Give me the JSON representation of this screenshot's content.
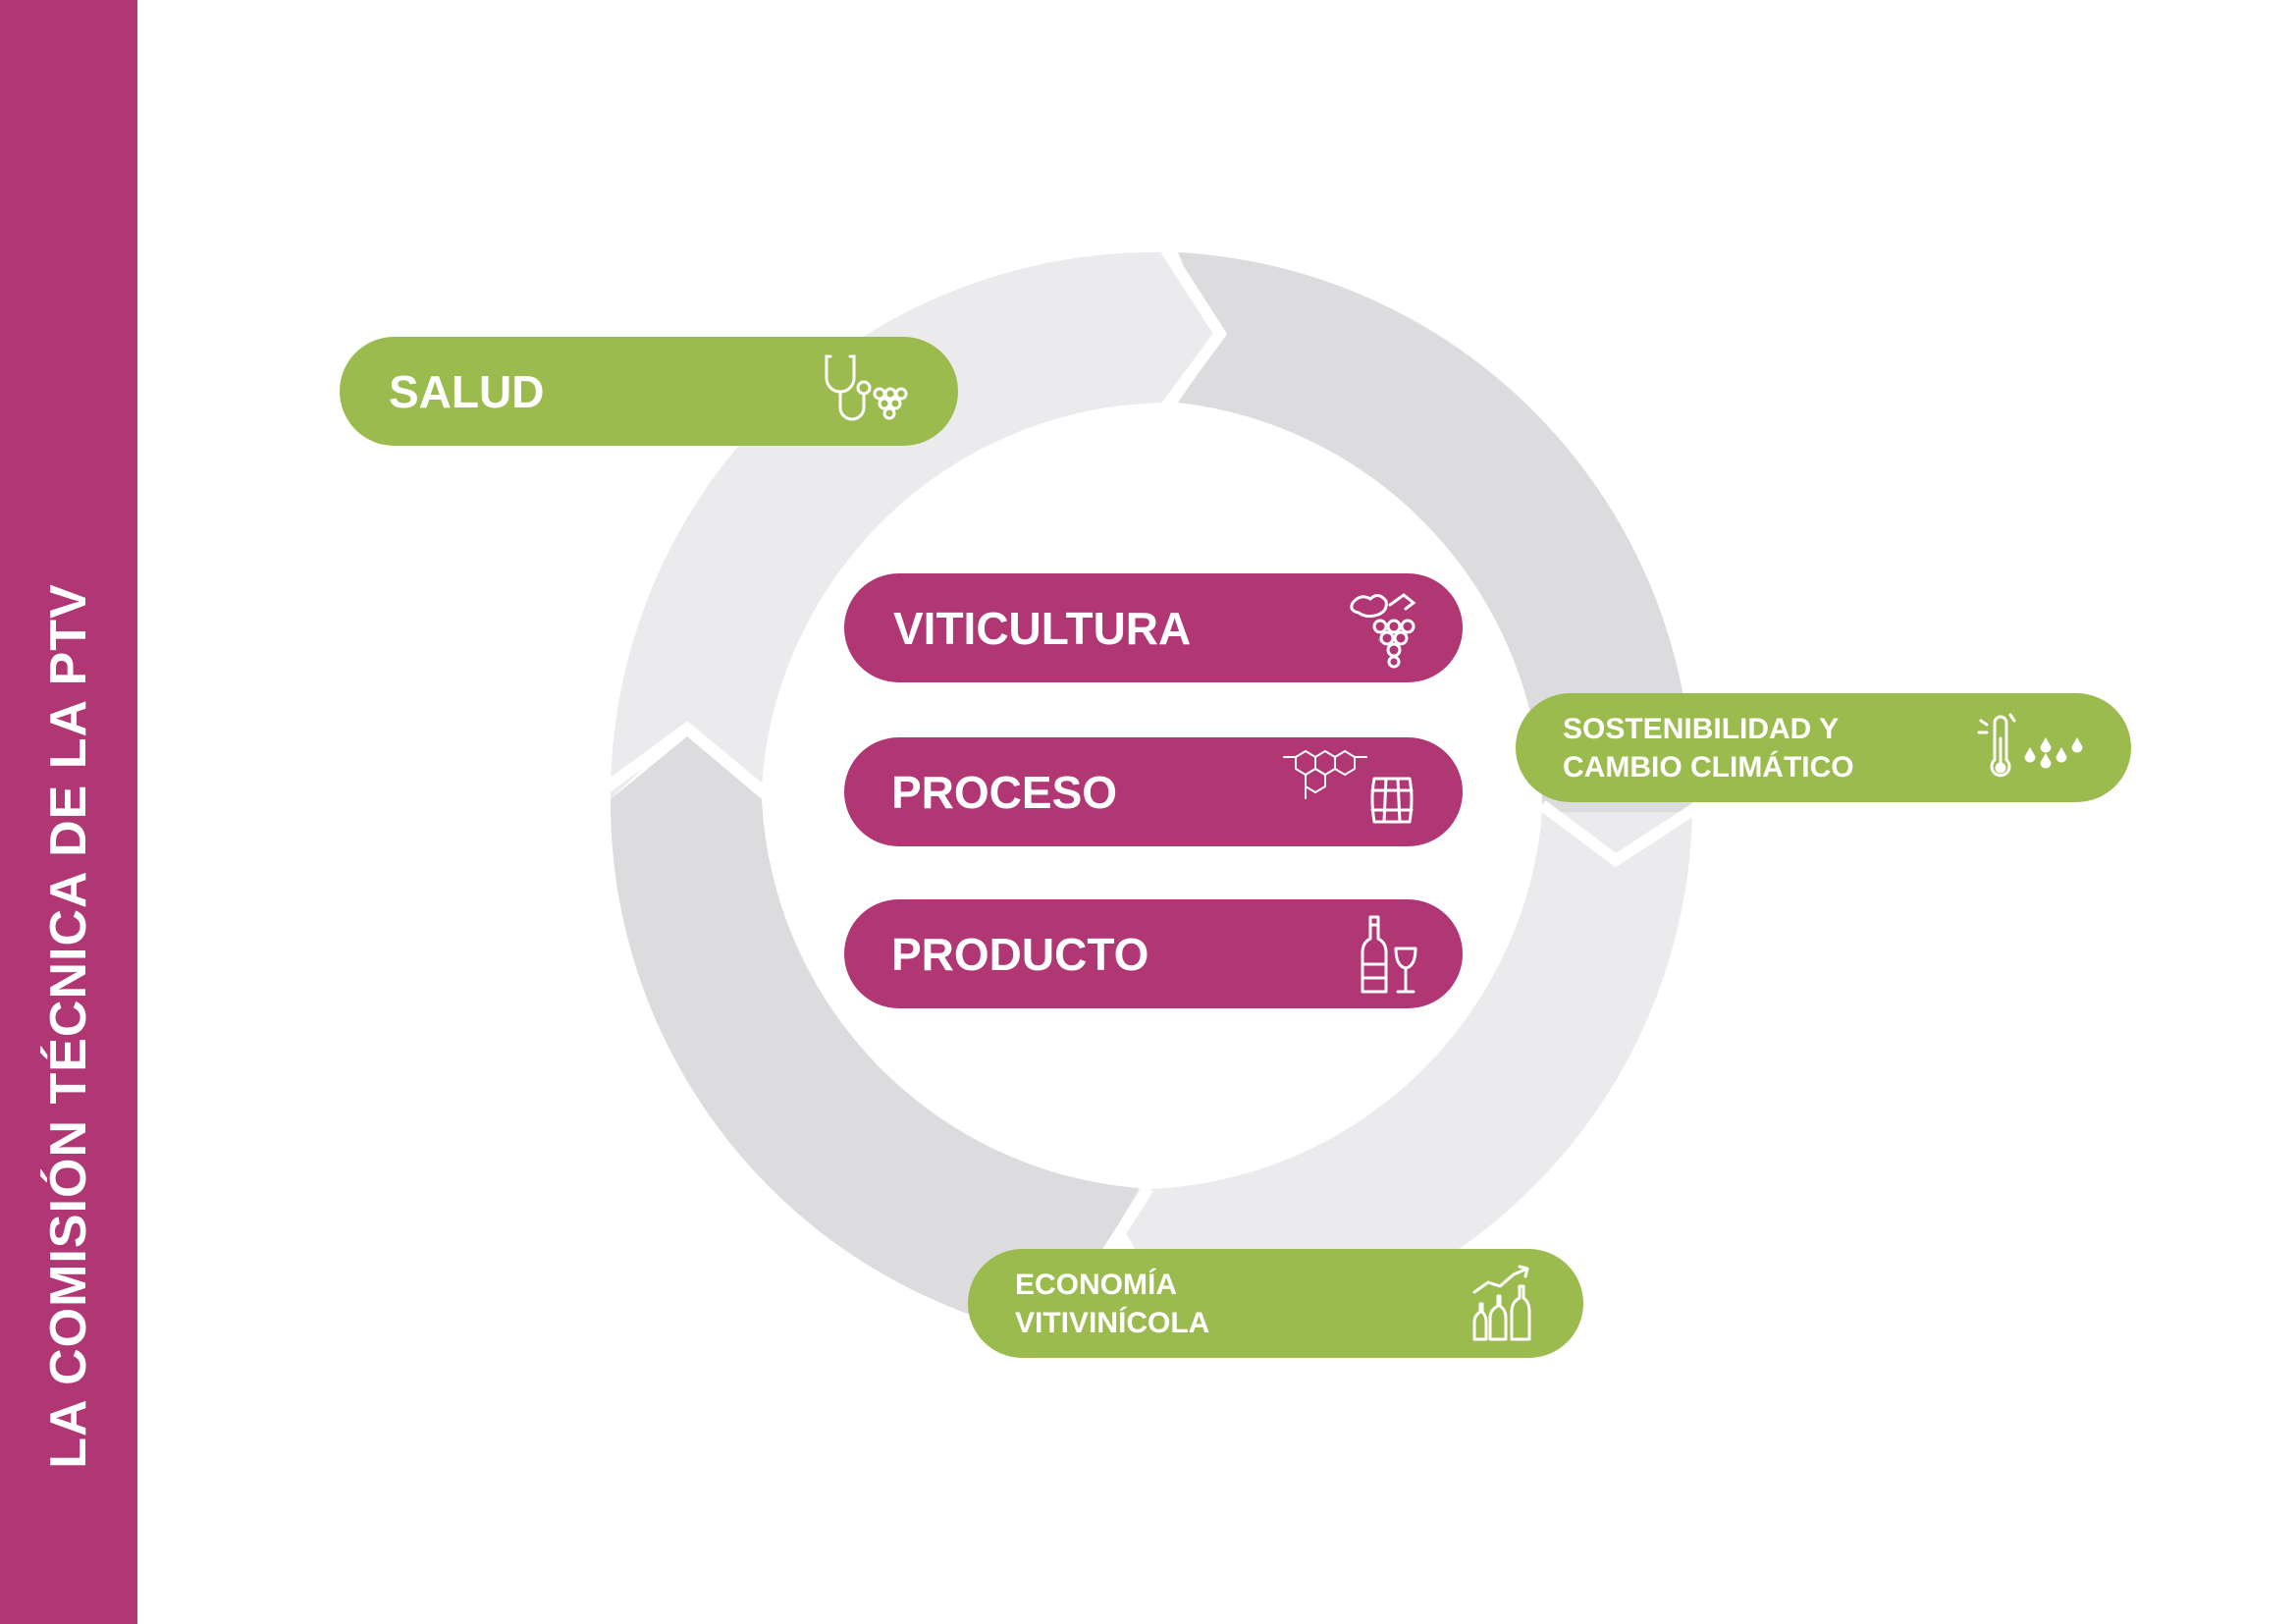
{
  "sidebar": {
    "title": "LA COMISIÓN TÉCNICA DE LA PTV"
  },
  "colors": {
    "magenta": "#b03674",
    "green": "#9cbb4f",
    "ring_dark": "#dcdcde",
    "ring_light": "#ebebed",
    "text": "#ffffff"
  },
  "outer_items": [
    {
      "id": "salud",
      "lines": [
        "SALUD"
      ],
      "icon": "stethoscope-grapes-icon"
    },
    {
      "id": "sostenibilidad",
      "lines": [
        "SOSTENIBILIDAD Y",
        "CAMBIO CLIMÁTICO"
      ],
      "icon": "thermometer-rain-icon"
    },
    {
      "id": "economia",
      "lines": [
        "ECONOMÍA",
        "VITIVINÍCOLA"
      ],
      "icon": "bottles-growth-icon"
    }
  ],
  "inner_items": [
    {
      "id": "viticultura",
      "label": "VITICULTURA",
      "icon": "grape-cluster-icon"
    },
    {
      "id": "proceso",
      "label": "PROCESO",
      "icon": "molecule-barrel-icon"
    },
    {
      "id": "producto",
      "label": "PRODUCTO",
      "icon": "wine-bottle-glass-icon"
    }
  ]
}
